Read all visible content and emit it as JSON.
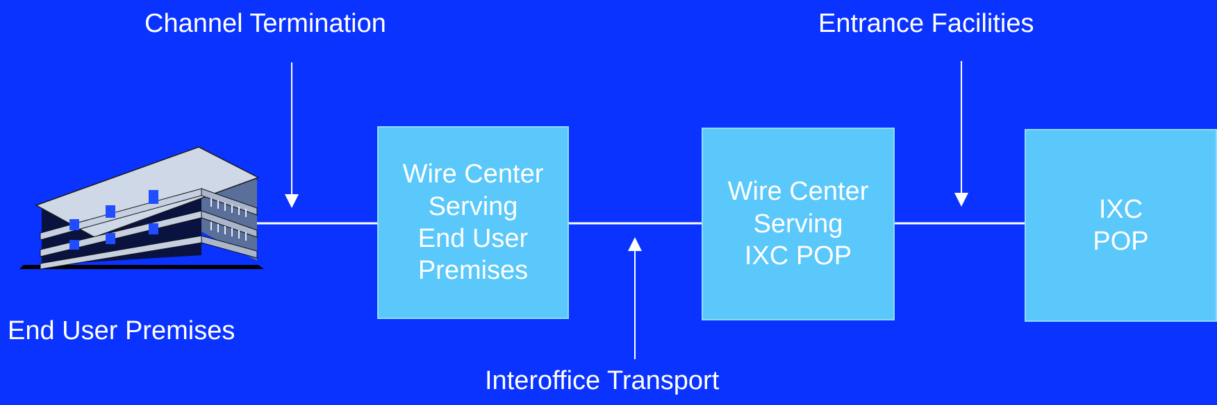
{
  "colors": {
    "background": "#0a33ff",
    "box_fill": "#5ac8fa",
    "line": "#ffffff"
  },
  "labels": {
    "channel_termination": "Channel Termination",
    "entrance_facilities": "Entrance Facilities",
    "end_user_premises": "End User Premises",
    "interoffice_transport": "Interoffice Transport"
  },
  "boxes": {
    "wire_center_end_user": "Wire Center\nServing\nEnd User\nPremises",
    "wire_center_ixc": "Wire Center\nServing\nIXC POP",
    "ixc_pop": "IXC\nPOP"
  },
  "icons": {
    "building": "office-building-icon"
  }
}
